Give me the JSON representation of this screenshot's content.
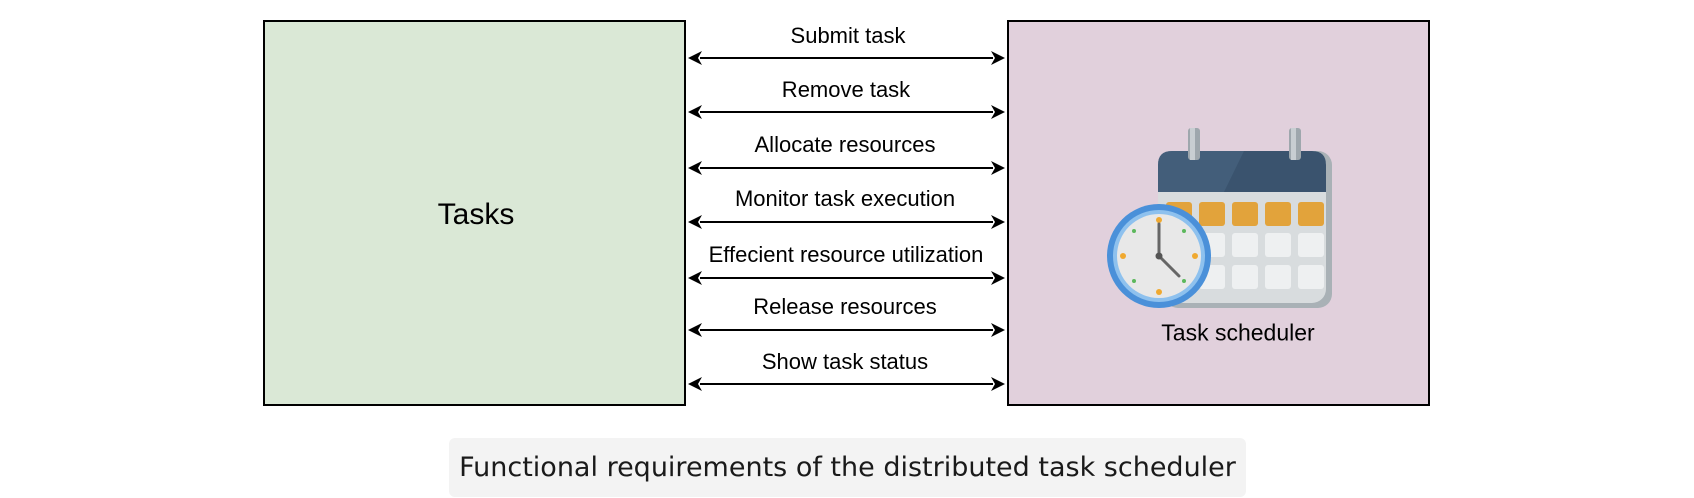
{
  "diagram": {
    "left_box": {
      "label": "Tasks",
      "fill": "#dae8d6"
    },
    "right_box": {
      "label": "Task scheduler",
      "fill": "#e1d0dc",
      "icon": "calendar-clock-icon"
    },
    "connections": [
      {
        "label": "Submit task",
        "direction": "both"
      },
      {
        "label": "Remove task",
        "direction": "both"
      },
      {
        "label": "Allocate resources",
        "direction": "both"
      },
      {
        "label": "Monitor task execution",
        "direction": "both"
      },
      {
        "label": "Effecient resource utilization",
        "direction": "both"
      },
      {
        "label": "Release resources",
        "direction": "both"
      },
      {
        "label": "Show task status",
        "direction": "both"
      }
    ]
  },
  "caption": "Functional requirements of the distributed task scheduler"
}
